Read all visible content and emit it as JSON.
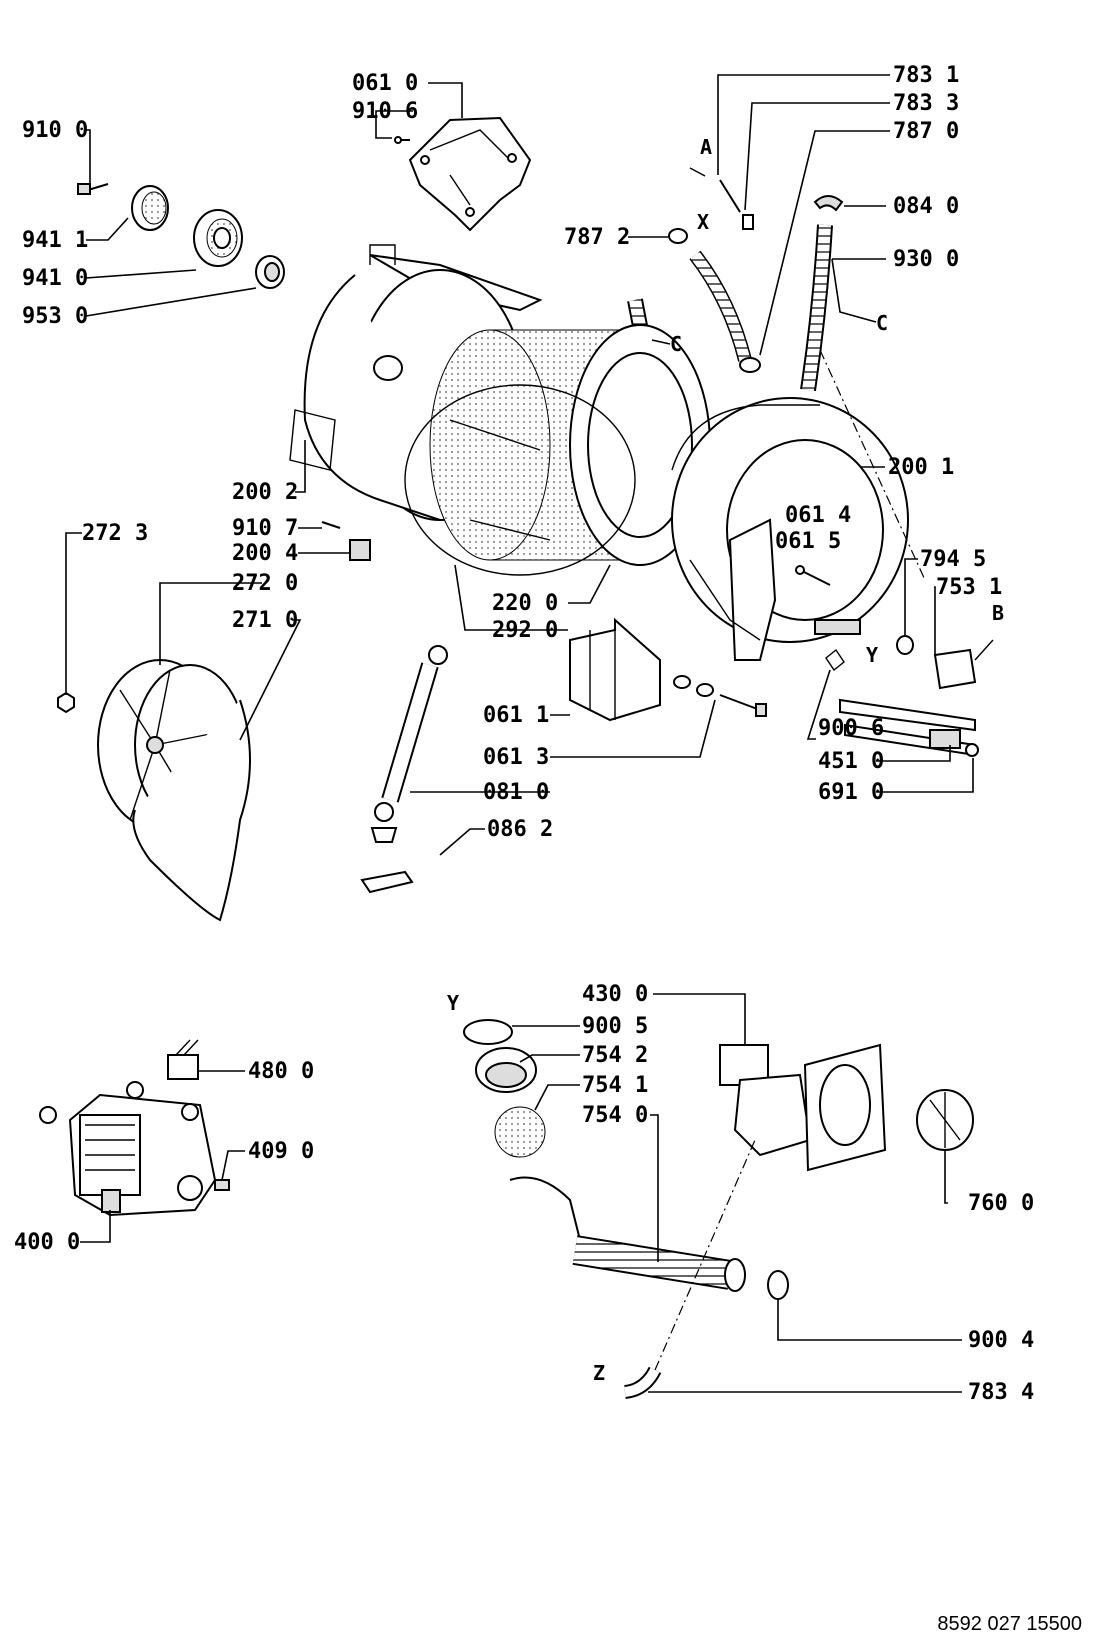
{
  "document_number": "8592 027 15500",
  "labels": {
    "p9100": "910 0",
    "p9411": "941 1",
    "p9410": "941 0",
    "p9530": "953 0",
    "p0610": "061 0",
    "p9106": "910 6",
    "p7831": "783 1",
    "p7833": "783 3",
    "p7870": "787 0",
    "p0840": "084 0",
    "p7872": "787 2",
    "p9300": "930 0",
    "p2002": "200 2",
    "p2001": "200 1",
    "p0614": "061 4",
    "p0615": "061 5",
    "p9107": "910 7",
    "p2004": "200 4",
    "p2723": "272 3",
    "p2720": "272 0",
    "p2710": "271 0",
    "p7945": "794 5",
    "p7531": "753 1",
    "p2200": "220 0",
    "p2920": "292 0",
    "p0611": "061 1",
    "p0613": "061 3",
    "p0810": "081 0",
    "p0862": "086 2",
    "p9006": "900 6",
    "p4510": "451 0",
    "p6910": "691 0",
    "p4300": "430 0",
    "p9005": "900 5",
    "p7542": "754 2",
    "p7541": "754 1",
    "p7540": "754 0",
    "p4800": "480 0",
    "p4090": "409 0",
    "p4000": "400 0",
    "p7600": "760 0",
    "p9004": "900 4",
    "p7834": "783 4"
  },
  "letters": {
    "A": "A",
    "X": "X",
    "C1": "C",
    "C2": "C",
    "B": "B",
    "Y1": "Y",
    "Y2": "Y",
    "Z": "Z"
  }
}
